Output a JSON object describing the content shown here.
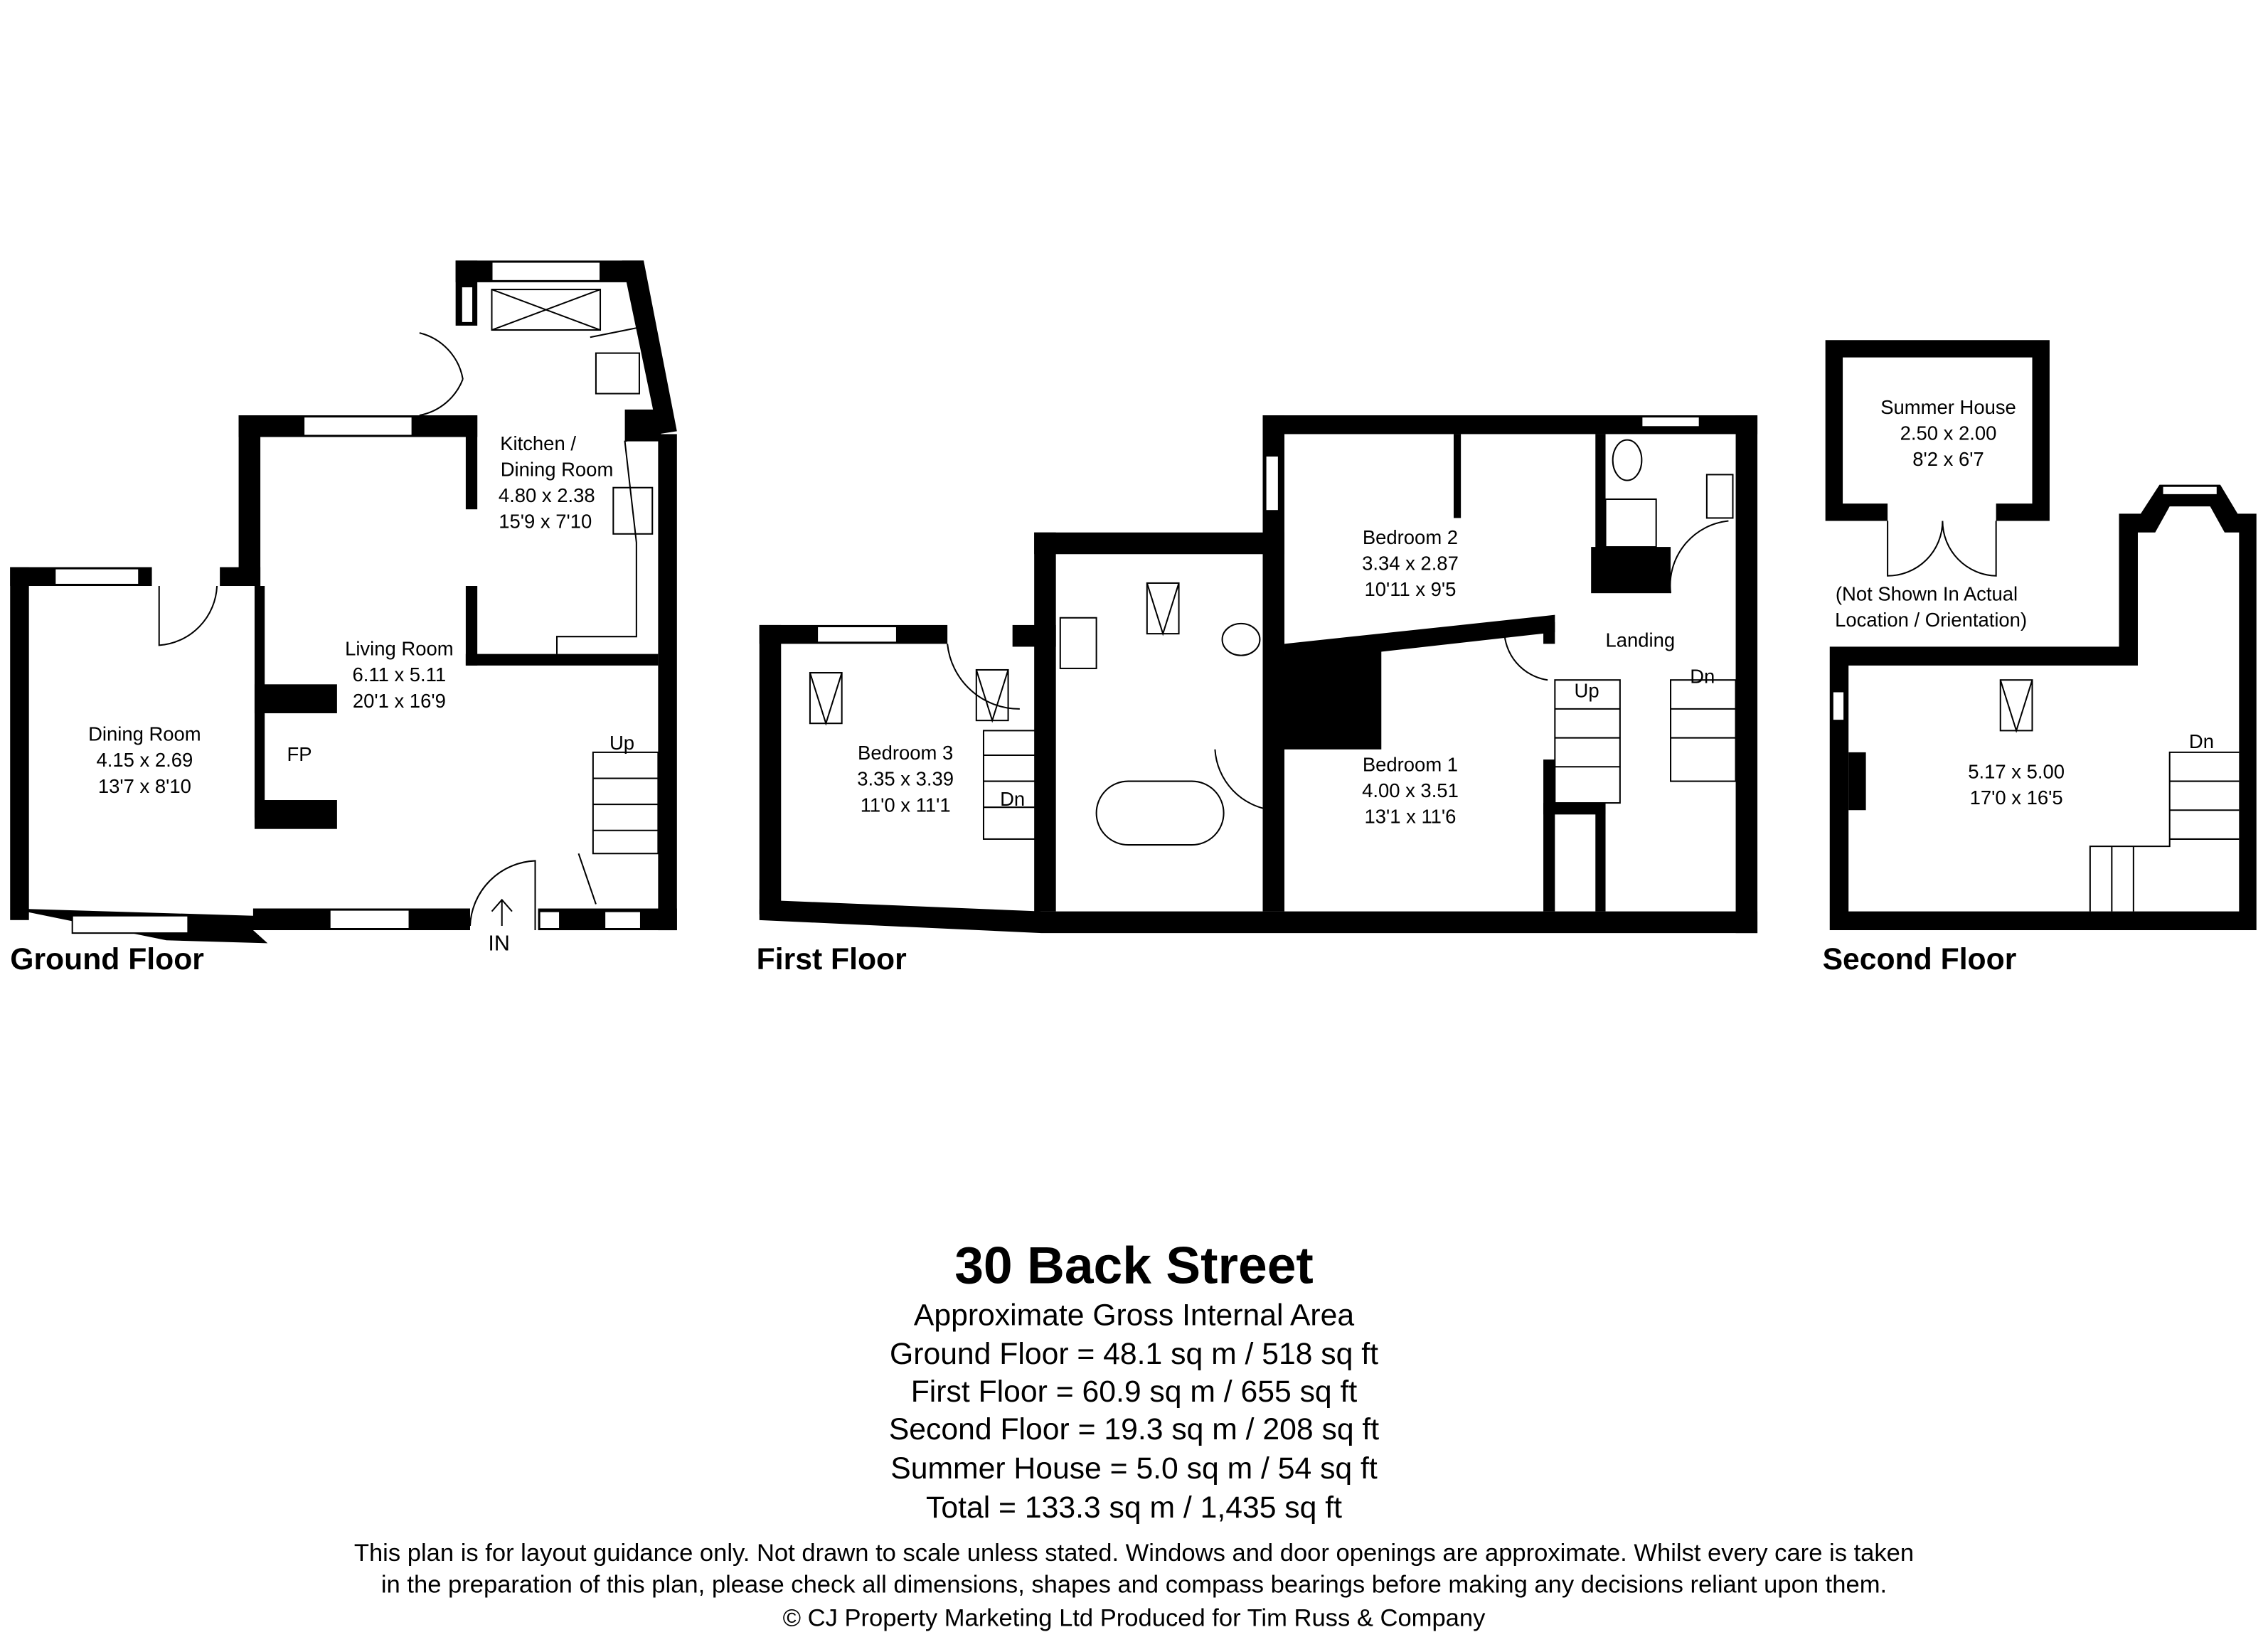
{
  "ground_floor": {
    "label": "Ground Floor",
    "rooms": [
      {
        "name": "Dining Room",
        "metric": "4.15 x 2.69",
        "imperial": "13'7 x 8'10"
      },
      {
        "name": "Living Room",
        "metric": "6.11 x 5.11",
        "imperial": "20'1 x 16'9"
      },
      {
        "name_line1": "Kitchen /",
        "name_line2": "Dining Room",
        "metric": "4.80 x 2.38",
        "imperial": "15'9 x 7'10"
      }
    ],
    "fp_label": "FP",
    "up_label": "Up",
    "entrance_label": "IN"
  },
  "first_floor": {
    "label": "First Floor",
    "rooms": [
      {
        "name": "Bedroom 3",
        "metric": "3.35 x 3.39",
        "imperial": "11'0 x 11'1"
      },
      {
        "name": "Bedroom 2",
        "metric": "3.34 x 2.87",
        "imperial": "10'11 x 9'5"
      },
      {
        "name": "Bedroom 1",
        "metric": "4.00 x 3.51",
        "imperial": "13'1 x 11'6"
      },
      {
        "name": "Landing"
      }
    ],
    "dn_label": "Dn",
    "up_label": "Up"
  },
  "second_floor": {
    "label": "Second Floor",
    "summer_house": {
      "name": "Summer House",
      "metric": "2.50 x 2.00",
      "imperial": "8'2 x 6'7"
    },
    "note_line1": "(Not Shown In Actual",
    "note_line2": "Location / Orientation)",
    "room": {
      "metric": "5.17 x 5.00",
      "imperial": "17'0 x 16'5"
    },
    "dn_label": "Dn"
  },
  "summary": {
    "title": "30 Back Street",
    "subtitle": "Approximate Gross Internal Area",
    "lines": [
      "Ground Floor = 48.1 sq m / 518 sq ft",
      "First Floor = 60.9 sq m / 655 sq ft",
      "Second Floor = 19.3 sq m / 208 sq ft",
      "Summer House = 5.0 sq m / 54 sq ft",
      "Total = 133.3 sq m / 1,435 sq ft"
    ],
    "disclaimer": [
      "This plan is for layout guidance only. Not drawn to scale unless stated. Windows and door openings are approximate. Whilst every care is taken",
      "in the preparation of this plan, please check all dimensions, shapes and compass bearings before making any decisions reliant upon them.",
      "© CJ Property Marketing Ltd Produced for Tim Russ & Company"
    ]
  }
}
